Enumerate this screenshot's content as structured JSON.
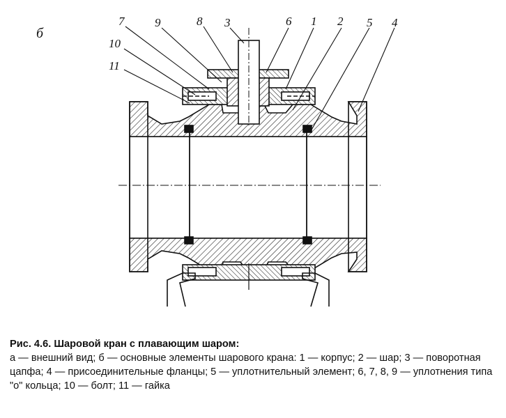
{
  "figure": {
    "panel_letter": "б",
    "callouts": [
      "7",
      "9",
      "8",
      "3",
      "6",
      "1",
      "2",
      "5",
      "4",
      "10",
      "11"
    ]
  },
  "caption": {
    "title": "Рис. 4.6. Шаровой кран с плавающим шаром:",
    "body": "а — внешний вид; б — основные элементы шарового крана: 1 — корпус; 2 — шар; 3 — поворотная цапфа; 4 — присоединительные фланцы; 5 — уплотнительный элемент; 6, 7, 8, 9 — уплотнения типа \"о\" кольца; 10 — болт;  11 — гайка"
  }
}
